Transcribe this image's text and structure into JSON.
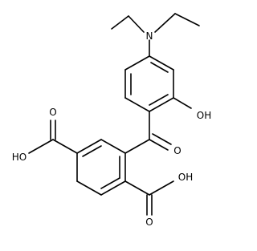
{
  "atom_labels": {
    "amine_n": "N",
    "phenol_oh": "OH",
    "ketone_o": "O",
    "acid_left_o": "O",
    "acid_left_oh": "HO",
    "acid_bottom_o": "O",
    "acid_bottom_oh": "OH"
  }
}
